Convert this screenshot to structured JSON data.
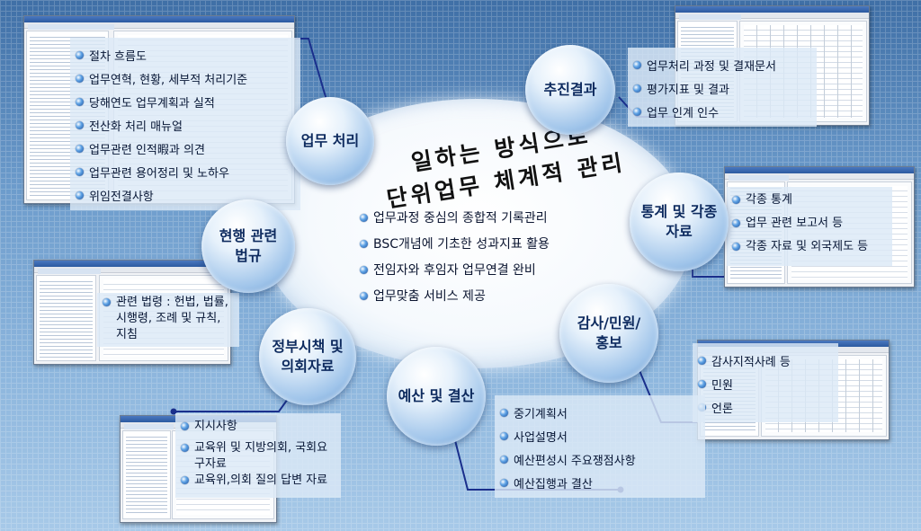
{
  "center": {
    "title_line1": "일하는 방식으로",
    "title_line2": "단위업무 체계적 관리",
    "items": [
      "업무과정 중심의 종합적 기록관리",
      "BSC개념에 기초한 성과지표 활용",
      "전임자와 후임자 업무연결 완비",
      "업무맞춤 서비스 제공"
    ]
  },
  "bubbles": {
    "work": "업무 처리",
    "result": "추진결과",
    "stats": "통계 및 각종 자료",
    "law": "현행 관련법규",
    "audit": "감사/민원/ 홍보",
    "policy": "정부시책 및 의회자료",
    "budget": "예산 및 결산"
  },
  "lists": {
    "work": [
      "절차 흐름도",
      "업무연혁, 현황, 세부적 처리기준",
      "당해연도 업무계획과 실적",
      "전산화 처리 매뉴얼",
      "업무관련 인적暇과 의견",
      "업무관련 용어정리 및 노하우",
      "위임전결사항"
    ],
    "result": [
      "업무처리 과정 및 결재문서",
      "평가지표 및 결과",
      "업무 인계 인수"
    ],
    "stats": [
      "각종 통계",
      "업무 관련 보고서 등",
      "각종 자료 및 외국제도 등"
    ],
    "law": [
      "관련 법령 : 헌법, 법률, 시행령, 조례 및 규칙, 지침"
    ],
    "audit": [
      "감사지적사례 등",
      "민원",
      "언론"
    ],
    "policy": [
      "지시사항",
      "교육위 및 지방의회, 국회요구자료",
      "교육위,의회 질의 답변 자료"
    ],
    "budget": [
      "중기계획서",
      "사업설명서",
      "예산편성시 주요쟁점사항",
      "예산집행과 결산"
    ]
  },
  "colors": {
    "connector": "#1a2f8c",
    "bubble_text": "#0d2a5e"
  }
}
